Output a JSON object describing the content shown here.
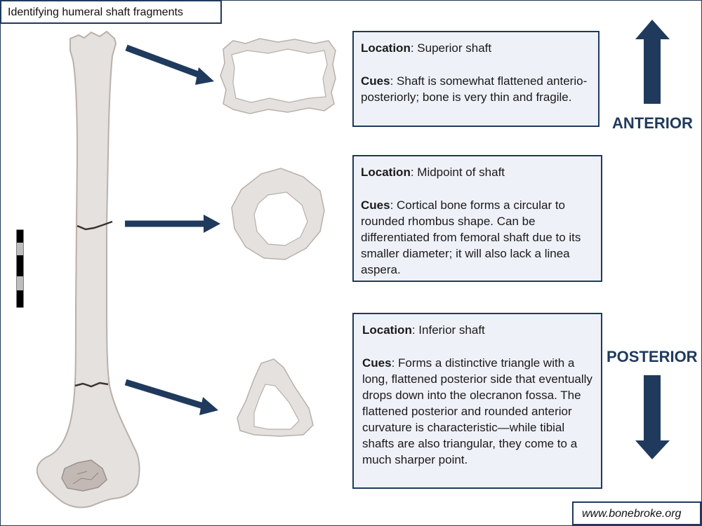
{
  "title": "Identifying humeral shaft fragments",
  "boxes": [
    {
      "location_label": "Location",
      "location_value": ": Superior shaft",
      "cues_label": "Cues",
      "cues_value": ": Shaft is somewhat flattened anterio-posteriorly; bone is very thin and fragile."
    },
    {
      "location_label": "Location",
      "location_value": ": Midpoint of shaft",
      "cues_label": "Cues",
      "cues_value": ": Cortical bone forms a circular to rounded rhombus shape. Can be differentiated from femoral shaft due to its smaller diameter; it will also lack a linea aspera."
    },
    {
      "location_label": "Location",
      "location_value": ": Inferior shaft",
      "cues_label": "Cues",
      "cues_value": ": Forms a distinctive triangle with a long, flattened posterior side that eventually drops down into the olecranon fossa. The flattened posterior and rounded anterior curvature is characteristic—while tibial shafts are also triangular, they come to a much sharper point."
    }
  ],
  "anterior_label": "ANTERIOR",
  "posterior_label": "POSTERIOR",
  "website": "www.bonebroke.org",
  "colors": {
    "navy": "#1f3a5c",
    "bone_fill": "#e5e1de",
    "bone_stroke": "#b8b0ab",
    "box_fill": "#eef2f8"
  }
}
